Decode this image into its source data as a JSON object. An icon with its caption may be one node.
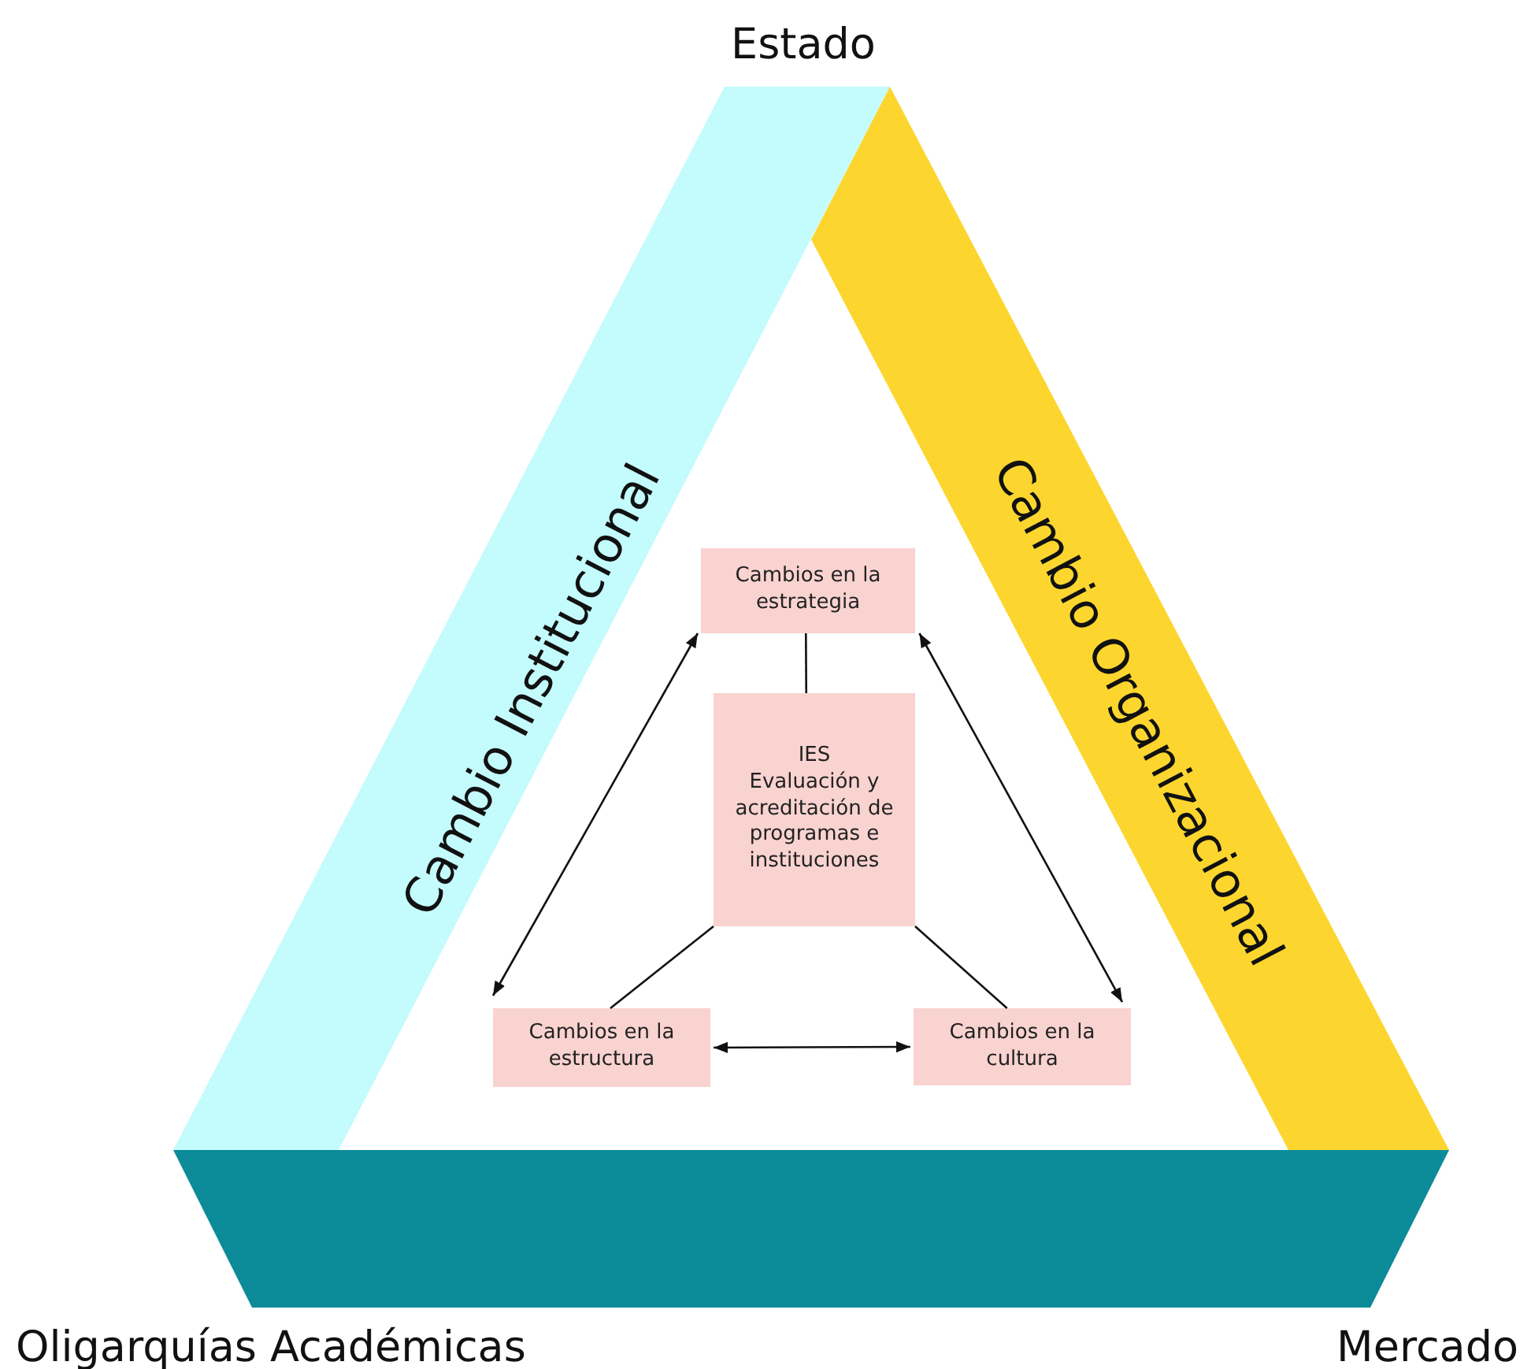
{
  "diagram": {
    "nodes": [
      {
        "text": [
          "Cambio Institucional"
        ]
      },
      {
        "text": [
          "Cambio Organizacional"
        ]
      },
      {
        "text": [],
        "shape": "bar"
      },
      {
        "text": [
          "Cambios en la estrategia"
        ]
      },
      {
        "text": [
          "IES",
          "Evaluación y acreditación de programas e instituciones"
        ]
      },
      {
        "text": [
          "Cambios en la estructura"
        ]
      },
      {
        "text": [
          "Cambios en la cultura"
        ]
      }
    ],
    "edges": [
      {
        "from": 4,
        "to": 3,
        "arrow": "none"
      },
      {
        "from": 4,
        "to": 5,
        "arrow": "none"
      },
      {
        "from": 4,
        "to": 6,
        "arrow": "none"
      },
      {
        "from": 3,
        "to": 5,
        "arrow": "both"
      },
      {
        "from": 3,
        "to": 6,
        "arrow": "both"
      },
      {
        "from": 5,
        "to": 6,
        "arrow": "both"
      }
    ],
    "labels": [
      "Estado",
      "Oligarquías Académicas",
      "Mercado"
    ]
  }
}
